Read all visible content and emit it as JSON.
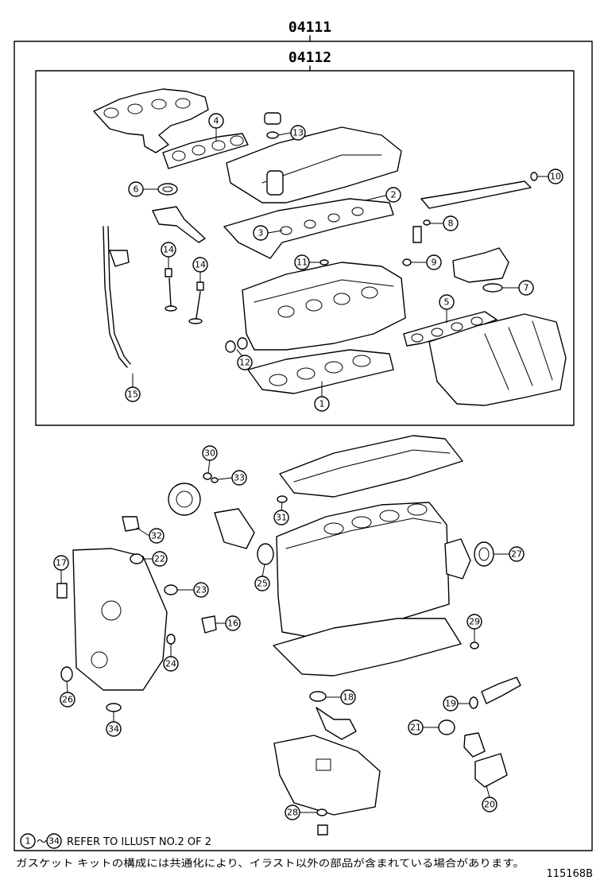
{
  "header": {
    "outer_code": "04111",
    "inner_code": "04112"
  },
  "footer": {
    "range_start": "1",
    "range_tilde": "～",
    "range_end": "34",
    "refer_text": "REFER TO ILLUST NO.2 OF 2",
    "japanese_note": "ガスケット キットの構成には共通化により、イラスト以外の部品が含まれている場合があります。",
    "figure_id": "115168B"
  },
  "callouts": {
    "c1": "1",
    "c2": "2",
    "c3": "3",
    "c4": "4",
    "c5": "5",
    "c6": "6",
    "c7": "7",
    "c8": "8",
    "c9": "9",
    "c10": "10",
    "c11": "11",
    "c12": "12",
    "c13": "13",
    "c14a": "14",
    "c14b": "14",
    "c15": "15",
    "c16": "16",
    "c17": "17",
    "c18": "18",
    "c19": "19",
    "c20": "20",
    "c21": "21",
    "c22": "22",
    "c23": "23",
    "c24": "24",
    "c25": "25",
    "c26": "26",
    "c27": "27",
    "c28": "28",
    "c29": "29",
    "c30": "30",
    "c31": "31",
    "c32": "32",
    "c33": "33",
    "c34": "34"
  }
}
